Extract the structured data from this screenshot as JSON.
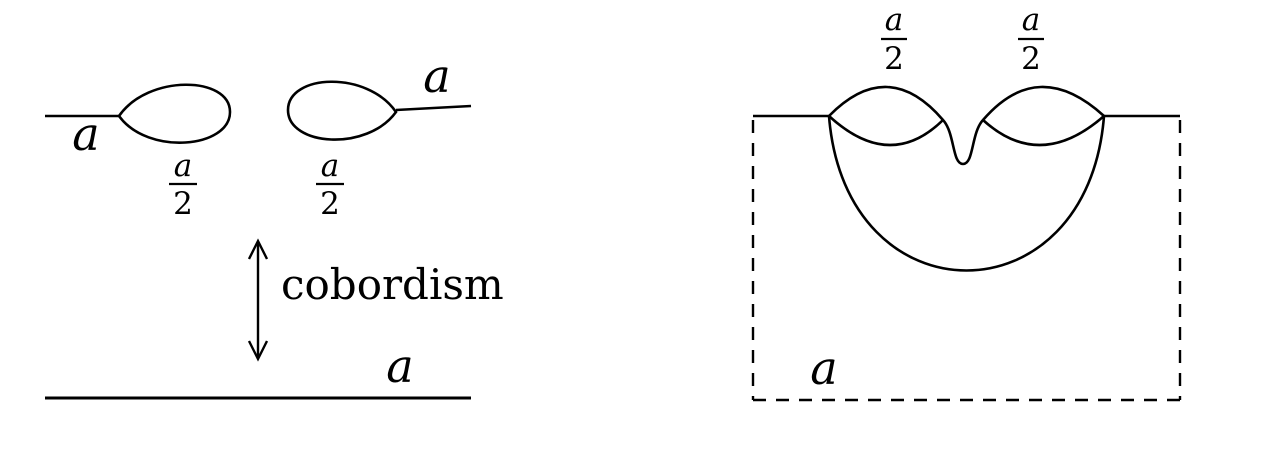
{
  "diagram": {
    "left": {
      "wire_label_left": "a",
      "wire_label_right": "a",
      "fraction1": {
        "numerator": "a",
        "denominator": "2"
      },
      "fraction2": {
        "numerator": "a",
        "denominator": "2"
      },
      "cobordism_label": "cobordism",
      "bottom_wire_label": "a"
    },
    "right": {
      "fraction1": {
        "numerator": "a",
        "denominator": "2"
      },
      "fraction2": {
        "numerator": "a",
        "denominator": "2"
      },
      "region_label": "a"
    },
    "colors": {
      "stroke": "#000000",
      "background": "#ffffff"
    }
  }
}
